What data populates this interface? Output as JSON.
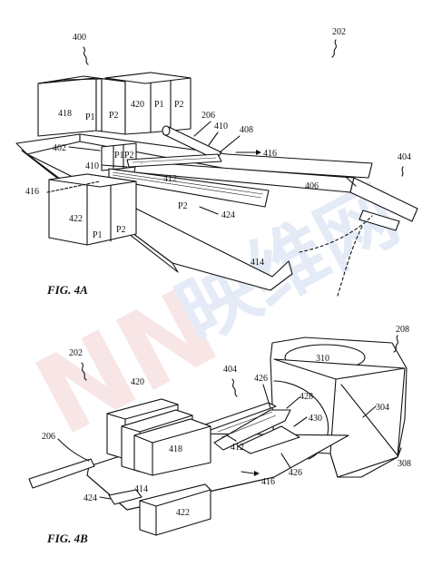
{
  "fig4a": {
    "caption": "FIG. 4A",
    "labels": {
      "n400": "400",
      "n202": "202",
      "n418": "418",
      "n420": "420",
      "p1a": "P1",
      "p2a": "P2",
      "p1b": "P1",
      "p2b": "P2",
      "n206": "206",
      "n410a": "410",
      "n408": "408",
      "n402": "402",
      "n416a": "416",
      "n404": "404",
      "p1c": "P1",
      "p2c": "P2",
      "n410b": "410",
      "n412": "412",
      "n406": "406",
      "n416b": "416",
      "n422": "422",
      "p2d": "P2",
      "n424": "424",
      "p1e": "P1",
      "p2e": "P2",
      "n414": "414"
    }
  },
  "fig4b": {
    "caption": "FIG. 4B",
    "labels": {
      "n208": "208",
      "n202": "202",
      "n310": "310",
      "n404": "404",
      "n420": "420",
      "n426a": "426",
      "n428": "428",
      "n304": "304",
      "n430": "430",
      "n206": "206",
      "n418": "418",
      "n412": "412",
      "n308": "308",
      "n426b": "426",
      "n424": "424",
      "n414": "414",
      "n416": "416",
      "n422": "422"
    }
  },
  "watermark": {
    "logo": "NN",
    "text": "映维网"
  }
}
